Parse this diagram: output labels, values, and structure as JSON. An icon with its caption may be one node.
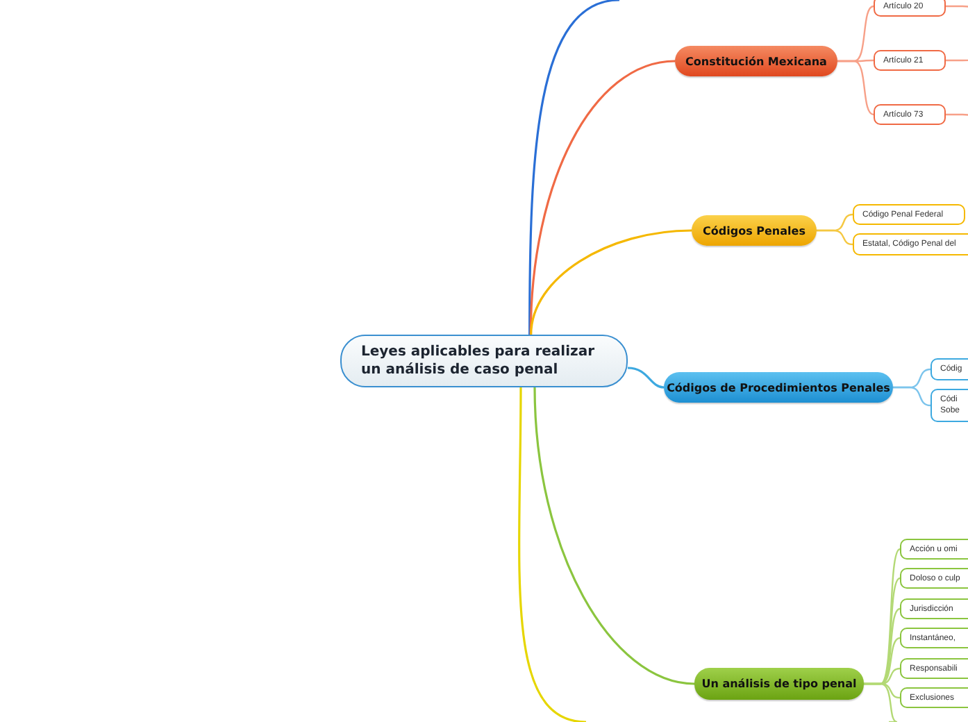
{
  "diagram": {
    "nodes": [
      {
        "text": [
          "Leyes aplicables para realizar un análisis de caso penal"
        ]
      },
      {
        "text": [
          "Constitución Mexicana"
        ]
      },
      {
        "text": [
          "Artículo 20"
        ]
      },
      {
        "text": [
          "Artículo 21"
        ]
      },
      {
        "text": [
          "Artículo 73"
        ]
      },
      {
        "text": [
          "Códigos Penales"
        ]
      },
      {
        "text": [
          "Código Penal Federal"
        ]
      },
      {
        "text": [
          "Estatal, Código Penal del"
        ]
      },
      {
        "text": [
          "Códigos de Procedimientos Penales"
        ]
      },
      {
        "text": [
          "Códig"
        ]
      },
      {
        "text": [
          "Códi Sobe"
        ]
      },
      {
        "text": [
          "Un análisis de tipo penal"
        ]
      },
      {
        "text": [
          "Acción u omi"
        ]
      },
      {
        "text": [
          "Doloso o culp"
        ]
      },
      {
        "text": [
          "Jurisdicción"
        ]
      },
      {
        "text": [
          "Instantáneo,"
        ]
      },
      {
        "text": [
          "Responsabili"
        ]
      },
      {
        "text": [
          "Exclusiones"
        ]
      }
    ],
    "edges": [
      {
        "from": 0,
        "to": null,
        "arrow": "none",
        "color": "#2a6fd6"
      },
      {
        "from": 0,
        "to": 1,
        "arrow": "none",
        "color": "#f06a45"
      },
      {
        "from": 0,
        "to": 5,
        "arrow": "none",
        "color": "#f5b800"
      },
      {
        "from": 0,
        "to": 8,
        "arrow": "none",
        "color": "#3da9e0"
      },
      {
        "from": 0,
        "to": 11,
        "arrow": "none",
        "color": "#8bc53f"
      },
      {
        "from": 0,
        "to": null,
        "arrow": "none",
        "color": "#e6d600"
      },
      {
        "from": 1,
        "to": 2,
        "arrow": "none",
        "color": "#f7a088"
      },
      {
        "from": 1,
        "to": 3,
        "arrow": "none",
        "color": "#f7a088"
      },
      {
        "from": 1,
        "to": 4,
        "arrow": "none",
        "color": "#f7a088"
      },
      {
        "from": 2,
        "to": null,
        "arrow": "none",
        "color": "#f7a088"
      },
      {
        "from": 3,
        "to": null,
        "arrow": "none",
        "color": "#f7a088"
      },
      {
        "from": 4,
        "to": null,
        "arrow": "none",
        "color": "#f7a088"
      },
      {
        "from": 5,
        "to": 6,
        "arrow": "none",
        "color": "#f5c842"
      },
      {
        "from": 5,
        "to": 7,
        "arrow": "none",
        "color": "#f5c842"
      },
      {
        "from": 8,
        "to": 9,
        "arrow": "none",
        "color": "#7cc4ec"
      },
      {
        "from": 8,
        "to": 10,
        "arrow": "none",
        "color": "#7cc4ec"
      },
      {
        "from": 11,
        "to": 12,
        "arrow": "none",
        "color": "#b3d975"
      },
      {
        "from": 11,
        "to": 13,
        "arrow": "none",
        "color": "#b3d975"
      },
      {
        "from": 11,
        "to": 14,
        "arrow": "none",
        "color": "#b3d975"
      },
      {
        "from": 11,
        "to": 15,
        "arrow": "none",
        "color": "#b3d975"
      },
      {
        "from": 11,
        "to": 16,
        "arrow": "none",
        "color": "#b3d975"
      },
      {
        "from": 11,
        "to": 17,
        "arrow": "none",
        "color": "#b3d975"
      },
      {
        "from": 11,
        "to": null,
        "arrow": "none",
        "color": "#b3d975"
      }
    ]
  }
}
